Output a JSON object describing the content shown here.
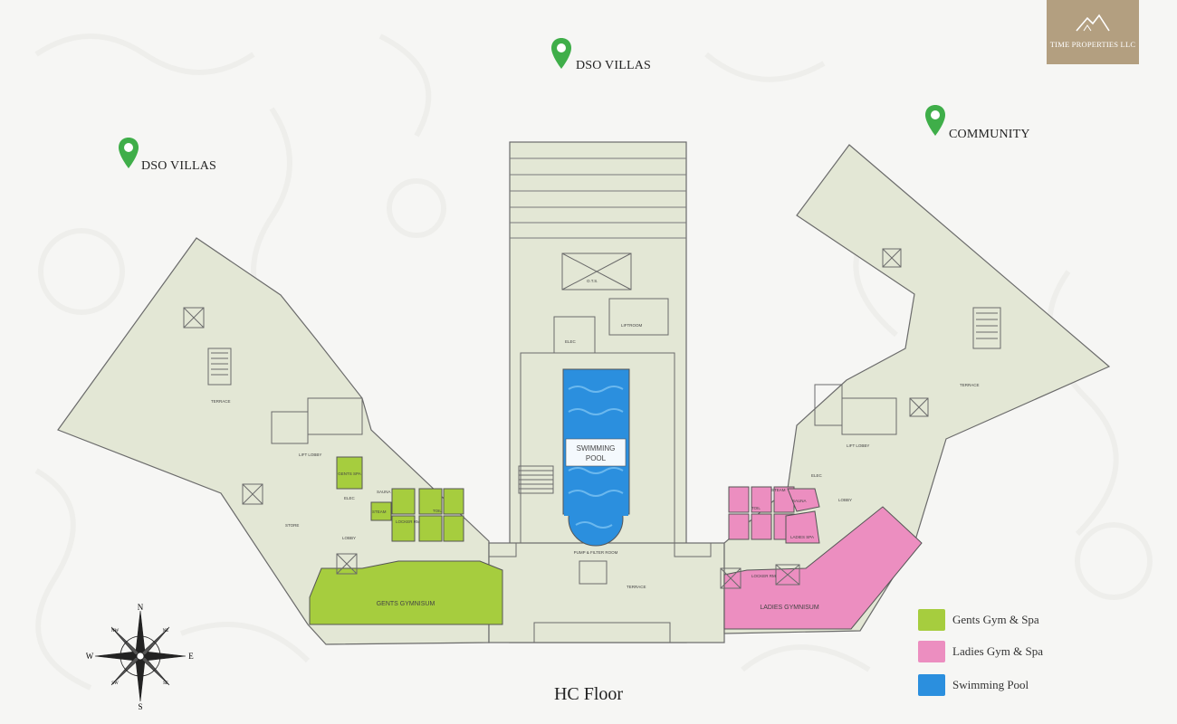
{
  "brand": {
    "name": "TIME PROPERTIES LLC"
  },
  "pins": [
    {
      "id": "dso-villas-top",
      "label": "DSO VILLAS"
    },
    {
      "id": "community",
      "label": "COMMUNITY"
    },
    {
      "id": "dso-villas-left",
      "label": "DSO VILLAS"
    }
  ],
  "rooms": {
    "swimming_pool_line1": "SWIMMING",
    "swimming_pool_line2": "POOL",
    "gents_gym": "GENTS GYMNISUM",
    "ladies_gym": "LADIES GYMNISUM",
    "lift_lobby": "LIFT LOBBY",
    "lobby": "LOBBY",
    "terrace": "TERRACE",
    "store": "STORE",
    "elec": "ELEC",
    "pump_room": "PUMP & FILTER ROOM",
    "ots": "O.T.S.",
    "sauna": "SAUNA",
    "steam": "STEAM",
    "toil": "TOIL",
    "locker_rm": "LOCKER RM",
    "gents_spa": "GENTS SPA",
    "ladies_spa": "LADIES SPA",
    "liftroom": "LIFTROOM"
  },
  "legend": [
    {
      "label": "Gents Gym & Spa",
      "color": "#a6cd3e"
    },
    {
      "label": "Ladies Gym & Spa",
      "color": "#ec8ec0"
    },
    {
      "label": "Swimming Pool",
      "color": "#2b8fde"
    }
  ],
  "compass": {
    "n": "N",
    "s": "S",
    "e": "E",
    "w": "W",
    "nw": "NW",
    "ne": "NE",
    "sw": "SW",
    "se": "SE"
  },
  "floor_title": "HC Floor",
  "colors": {
    "floor": "#e3e7d5",
    "wall": "#6b6b6b",
    "gents": "#a6cd3e",
    "ladies": "#ec8ec0",
    "pool": "#2b8fde",
    "brand": "#b39f80",
    "pin": "#3fae49"
  }
}
